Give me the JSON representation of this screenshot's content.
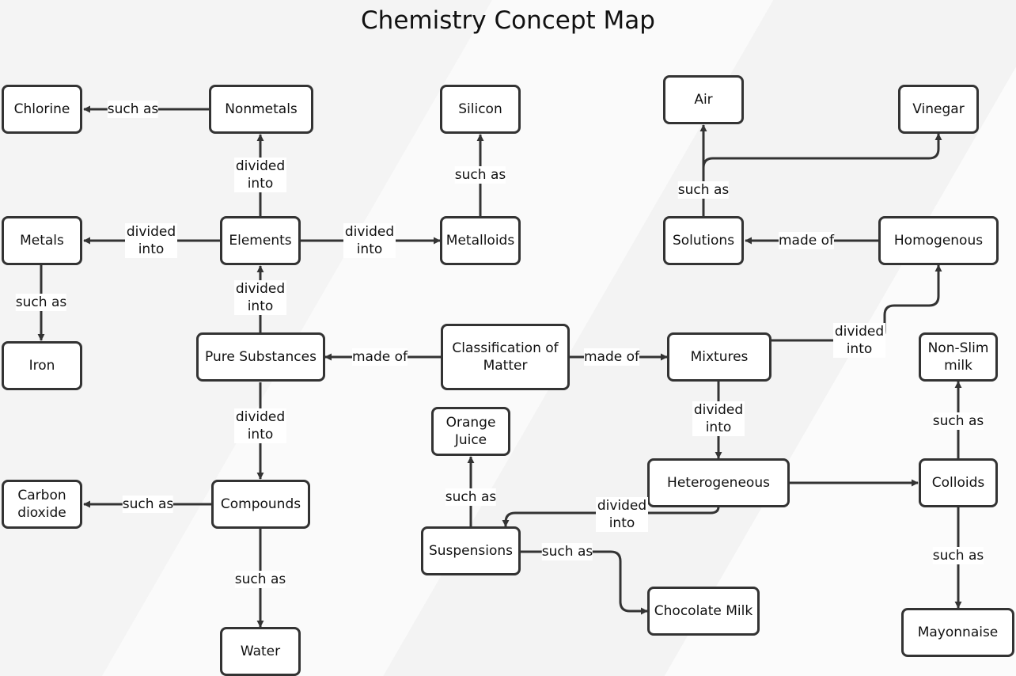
{
  "title": "Chemistry Concept Map",
  "nodes": {
    "chlorine": "Chlorine",
    "nonmetals": "Nonmetals",
    "silicon": "Silicon",
    "air": "Air",
    "vinegar": "Vinegar",
    "metals": "Metals",
    "elements": "Elements",
    "metalloids": "Metalloids",
    "solutions": "Solutions",
    "homogenous": "Homogenous",
    "iron": "Iron",
    "pure_substances": "Pure Substances",
    "classification": "Classification of Matter",
    "mixtures": "Mixtures",
    "non_slim_milk": "Non-Slim milk",
    "orange_juice": "Orange Juice",
    "carbon_dioxide": "Carbon dioxide",
    "compounds": "Compounds",
    "heterogeneous": "Heterogeneous",
    "colloids": "Colloids",
    "suspensions": "Suspensions",
    "chocolate_milk": "Chocolate Milk",
    "water": "Water",
    "mayonnaise": "Mayonnaise"
  },
  "edge_labels": {
    "nonmetals_chlorine": "such as",
    "elements_nonmetals": "divided into",
    "metalloids_silicon": "such as",
    "solutions_air_vinegar": "such as",
    "elements_metals": "divided into",
    "elements_metalloids": "divided into",
    "homogenous_solutions": "made of",
    "metals_iron": "such as",
    "pure_elements": "divided into",
    "classification_pure": "made of",
    "classification_mixtures": "made of",
    "mixtures_homogenous": "divided into",
    "colloids_nonslim": "such as",
    "pure_compounds": "divided into",
    "mixtures_heterogeneous": "divided into",
    "suspensions_orange": "such as",
    "compounds_carbon": "such as",
    "heterogeneous_suspensions": "divided into",
    "suspensions_chocolate": "such as",
    "compounds_water": "such as",
    "colloids_mayonnaise": "such as"
  }
}
